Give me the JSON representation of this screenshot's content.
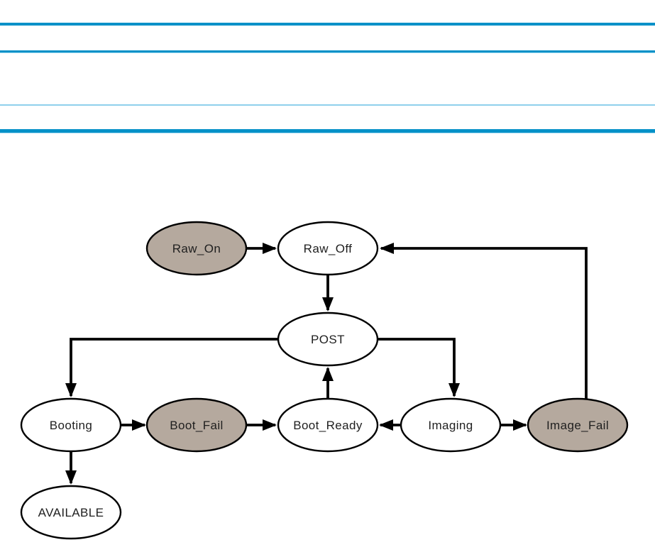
{
  "page": {
    "background": "#ffffff",
    "rules": {
      "accent_blue": "#0591c8",
      "light_blue": "#8fd0ec"
    }
  },
  "diagram": {
    "type": "state-diagram",
    "node_colors": {
      "shaded_fill": "#b5a99e",
      "default_fill": "#ffffff",
      "stroke": "#000000"
    },
    "nodes": [
      {
        "id": "raw_on",
        "label": "Raw_On",
        "shaded": true
      },
      {
        "id": "raw_off",
        "label": "Raw_Off",
        "shaded": false
      },
      {
        "id": "post",
        "label": "POST",
        "shaded": false
      },
      {
        "id": "booting",
        "label": "Booting",
        "shaded": false
      },
      {
        "id": "boot_fail",
        "label": "Boot_Fail",
        "shaded": true
      },
      {
        "id": "boot_ready",
        "label": "Boot_Ready",
        "shaded": false
      },
      {
        "id": "imaging",
        "label": "Imaging",
        "shaded": false
      },
      {
        "id": "image_fail",
        "label": "Image_Fail",
        "shaded": true
      },
      {
        "id": "available",
        "label": "AVAILABLE",
        "shaded": false
      }
    ],
    "transitions": [
      {
        "from": "Raw_On",
        "to": "Raw_Off"
      },
      {
        "from": "Raw_Off",
        "to": "POST"
      },
      {
        "from": "POST",
        "to": "Booting"
      },
      {
        "from": "POST",
        "to": "Imaging"
      },
      {
        "from": "Boot_Ready",
        "to": "POST"
      },
      {
        "from": "Booting",
        "to": "Boot_Fail"
      },
      {
        "from": "Boot_Fail",
        "to": "Boot_Ready"
      },
      {
        "from": "Imaging",
        "to": "Boot_Ready"
      },
      {
        "from": "Imaging",
        "to": "Image_Fail"
      },
      {
        "from": "Image_Fail",
        "to": "Raw_Off"
      },
      {
        "from": "Booting",
        "to": "AVAILABLE"
      }
    ]
  }
}
